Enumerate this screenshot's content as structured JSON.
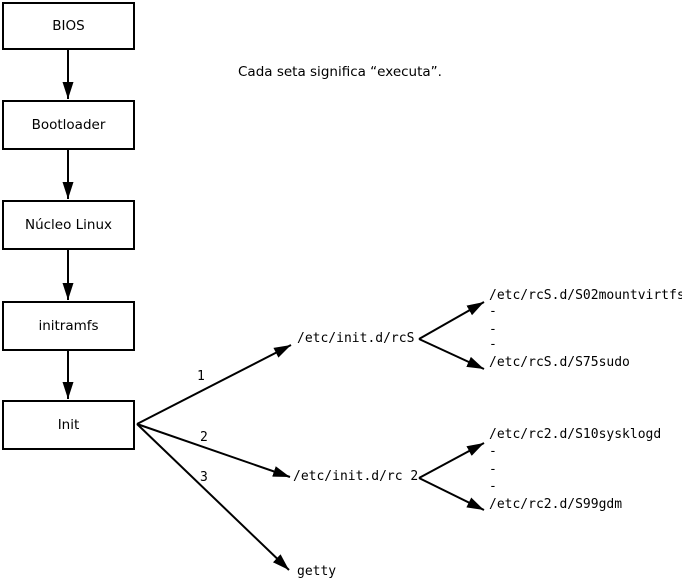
{
  "diagram": {
    "caption": "Cada seta significa “executa”.",
    "boot_sequence": [
      {
        "label": "BIOS"
      },
      {
        "label": "Bootloader"
      },
      {
        "label": "Núcleo Linux"
      },
      {
        "label": "initramfs"
      },
      {
        "label": "Init"
      }
    ],
    "init_branches": [
      {
        "number": "1",
        "target": "/etc/init.d/rcS",
        "scripts": [
          "/etc/rcS.d/S02mountvirtfs",
          "/etc/rcS.d/S75sudo"
        ],
        "ellipsis": [
          "-",
          "-",
          "-"
        ]
      },
      {
        "number": "2",
        "target": "/etc/init.d/rc 2",
        "scripts": [
          "/etc/rc2.d/S10sysklogd",
          "/etc/rc2.d/S99gdm"
        ],
        "ellipsis": [
          "-",
          "-",
          "-"
        ]
      },
      {
        "number": "3",
        "target": "getty"
      }
    ],
    "colors": {
      "line": "#000000",
      "background": "#ffffff",
      "text": "#000000"
    }
  }
}
